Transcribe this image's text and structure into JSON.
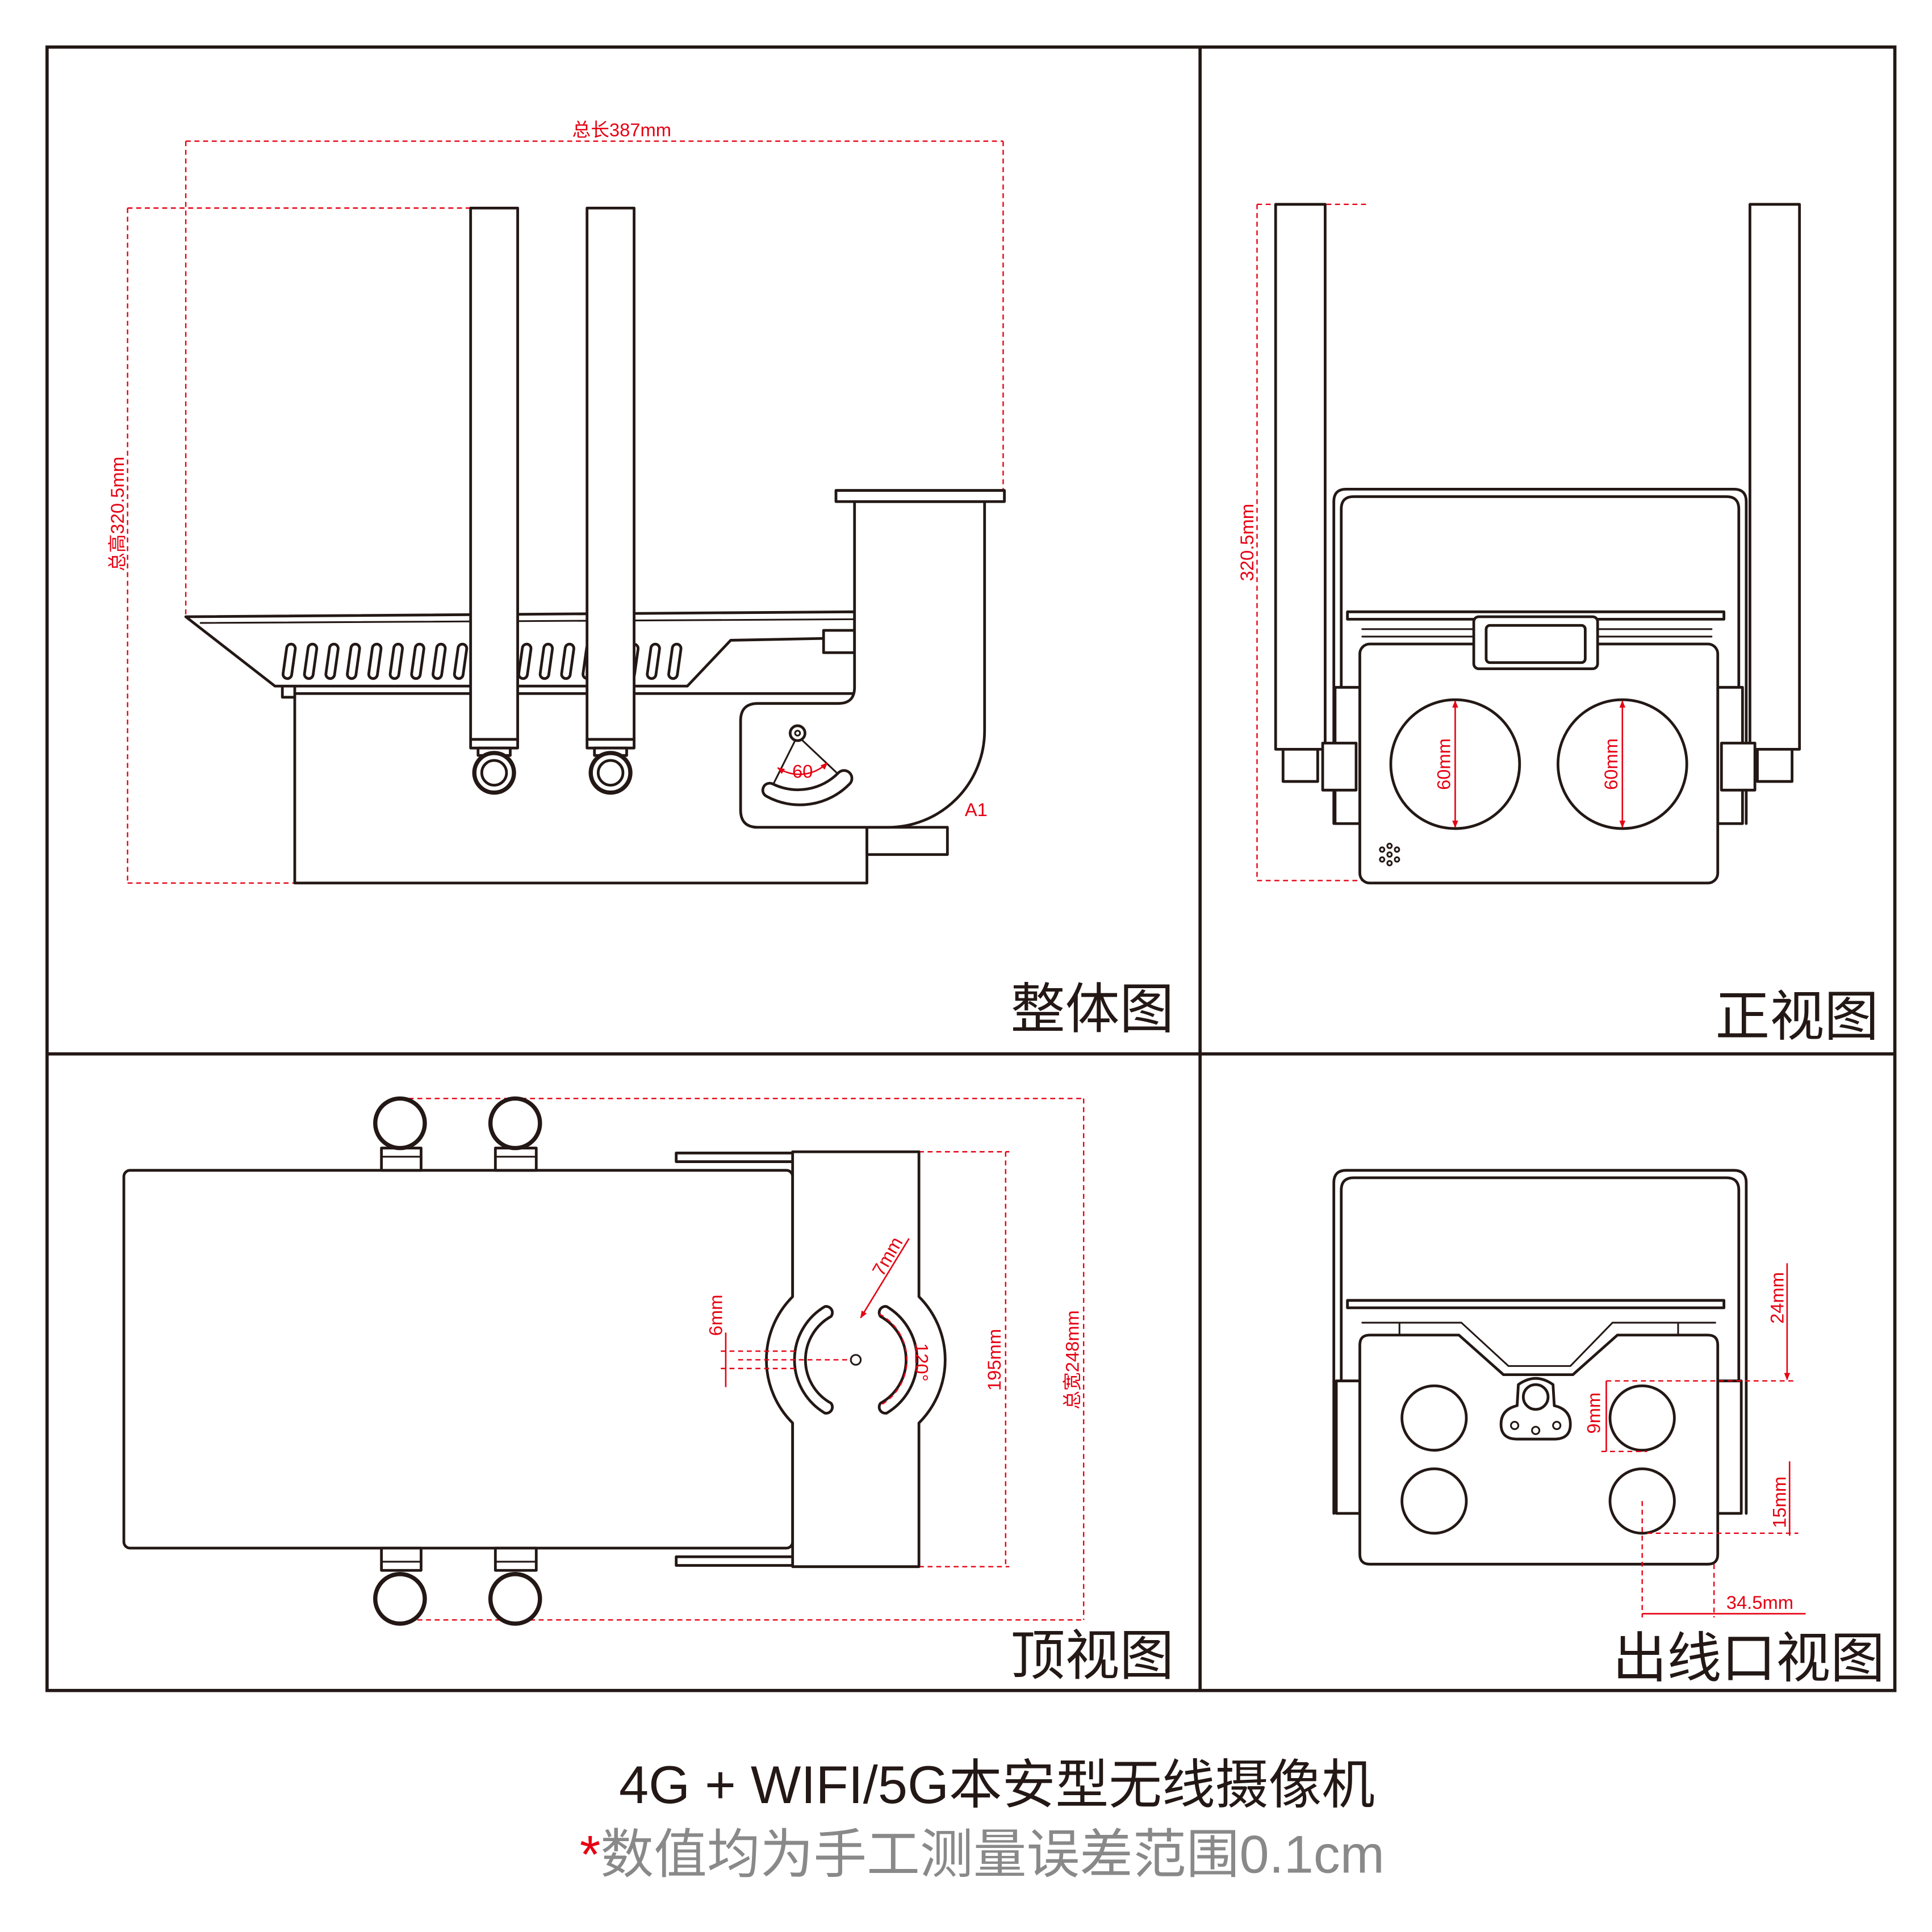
{
  "colors": {
    "line": "#231815",
    "dimension": "#e60012",
    "note": "#898989"
  },
  "panels": {
    "overall": {
      "title": "整体图",
      "dims": {
        "length": "总长387mm",
        "height": "总高320.5mm",
        "angle": "60",
        "part": "A1"
      }
    },
    "front": {
      "title": "正视图",
      "dims": {
        "height": "320.5mm",
        "lens_left": "60mm",
        "lens_right": "60mm"
      }
    },
    "top": {
      "title": "顶视图",
      "dims": {
        "slot": "6mm",
        "offset": "7mm",
        "angle": "120°",
        "bracket_width": "195mm",
        "total_width": "总宽248mm"
      }
    },
    "outlet": {
      "title": "出线口视图",
      "dims": {
        "top_offset": "24mm",
        "gap": "9mm",
        "bottom_offset": "15mm",
        "side_offset": "34.5mm"
      }
    }
  },
  "footer": {
    "title": "4G + WIFI/5G本安型无线摄像机",
    "note_mark": "*",
    "note": "数值均为手工测量误差范围0.1cm"
  }
}
